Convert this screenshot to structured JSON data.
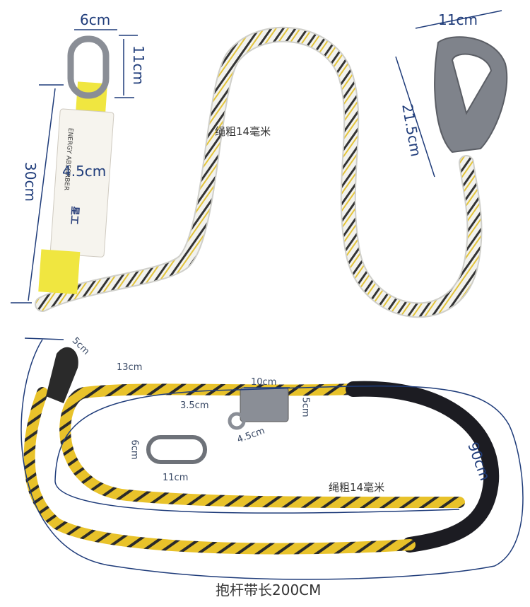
{
  "labels": {
    "top_carabiner_width": "6cm",
    "top_carabiner_height": "11cm",
    "absorber_length": "30cm",
    "absorber_width": "4.5cm",
    "white_rope_thickness": "绳粗14毫米",
    "hook_width": "11cm",
    "hook_height": "21.5cm",
    "snap_hook_width": "5cm",
    "snap_hook_length": "13cm",
    "grab_width": "10cm",
    "grab_height": "5cm",
    "grab_ring": "3.5cm",
    "grab_base": "4.5cm",
    "small_carabiner_height": "6cm",
    "small_carabiner_width": "11cm",
    "sleeve_length": "90cm",
    "yellow_rope_thickness": "绳粗14毫米",
    "pole_strap_length": "抱杆带长200CM"
  },
  "absorber_print": {
    "text": "ENERGY ABSORBER",
    "brand": "星工"
  },
  "colors": {
    "annotation": "#1f3c7a",
    "white_rope": "#f2f2ee",
    "yellow_rope": "#e8c22a",
    "sleeve": "#1c1c22",
    "webbing": "#f0e640",
    "metal": "#8a8e96"
  }
}
